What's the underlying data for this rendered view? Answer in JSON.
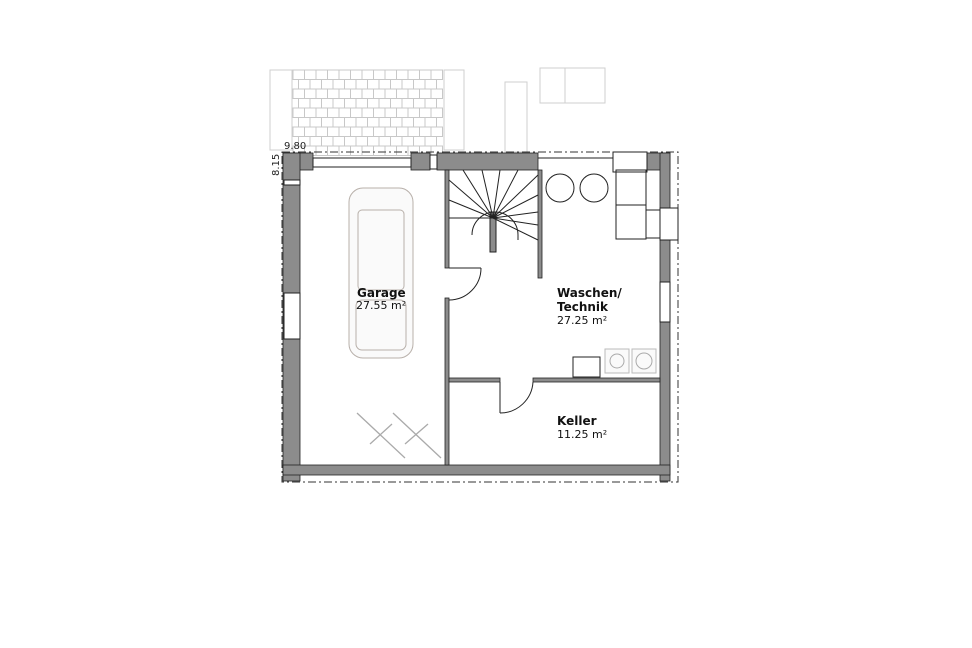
{
  "dimensions": {
    "width_label": "9.80",
    "depth_label": "8.15"
  },
  "rooms": [
    {
      "name": "Garage",
      "area": "27.55 m²"
    },
    {
      "name_line1": "Waschen/",
      "name_line2": "Technik",
      "area": "27.25 m²"
    },
    {
      "name": "Keller",
      "area": "11.25 m²"
    }
  ],
  "colors": {
    "wall": "#8c8c8c",
    "line": "#222222",
    "context": "#cfcfcf"
  }
}
